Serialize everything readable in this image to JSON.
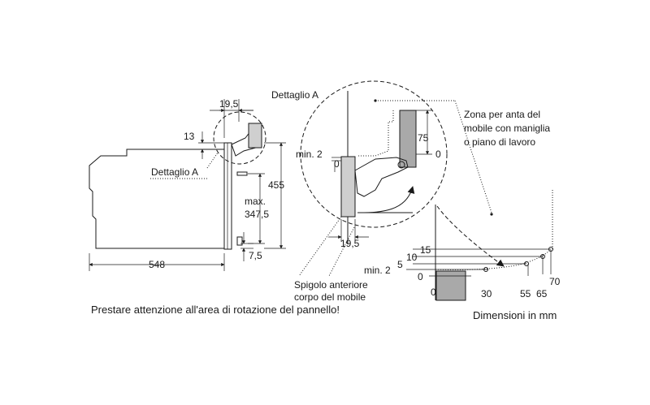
{
  "labels": {
    "detail_top": "Dettaglio A",
    "detail_left": "Dettaglio A",
    "zone_line1": "Zona per anta del",
    "zone_line2": "mobile con maniglia",
    "zone_line3": "o piano di lavoro",
    "edge_line1": "Spigolo anteriore",
    "edge_line2": "corpo del mobile",
    "note": "Prestare attenzione all'area di rotazione del pannello!",
    "units": "Dimensioni in mm"
  },
  "dims": {
    "d19_5_top": "19,5",
    "d13": "13",
    "d455": "455",
    "dmax": "max.",
    "d347_5": "347,5",
    "d548": "548",
    "d7_5": "7,5",
    "dmin2_a": "min. 2",
    "d0_a": "0",
    "d75": "75",
    "d0_b": "0",
    "d19_5_bot": "19,5",
    "d15": "15",
    "d10": "10",
    "d5": "5",
    "dmin2_b": "min. 2",
    "d0_c": "0",
    "x0": "0",
    "x30": "30",
    "x55": "55",
    "x65": "65",
    "x70": "70"
  }
}
